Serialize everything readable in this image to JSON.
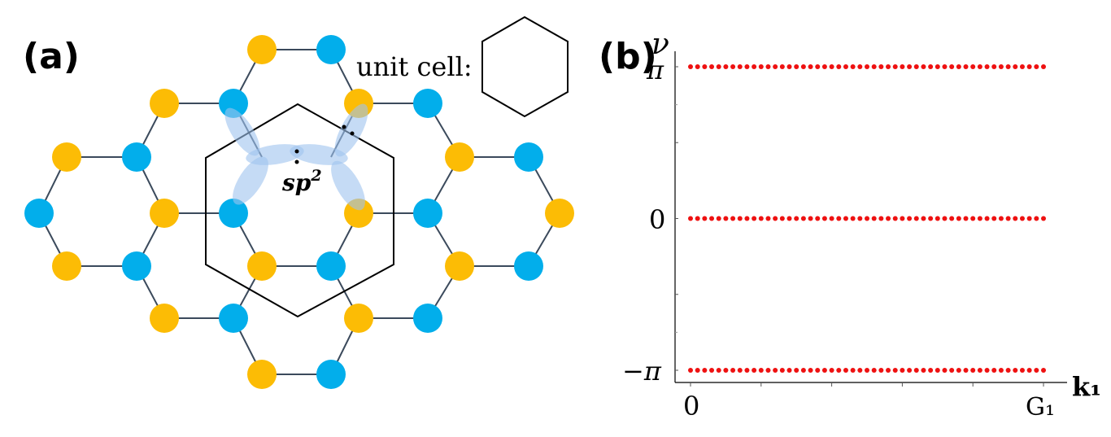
{
  "panel_a": {
    "label": "(a)",
    "unit_cell_label": "unit cell:",
    "orbital_label_base": "sp",
    "orbital_label_exp": "2",
    "colors": {
      "site_a": "#fcbc05",
      "site_b": "#02aeeb",
      "bond": "#3b4a5c",
      "orbital": "#9ec3ee"
    }
  },
  "panel_b": {
    "label": "(b)",
    "ylabel": "ν",
    "xlabel": "k₁",
    "ytick_labels": [
      "π",
      "0",
      "−π"
    ],
    "xtick_labels": [
      "0",
      "G₁"
    ],
    "color": "#ee1111"
  },
  "chart_data": {
    "type": "scatter",
    "xlabel": "k₁",
    "ylabel": "ν",
    "xlim": [
      0,
      1
    ],
    "ylim": [
      -3.1416,
      3.1416
    ],
    "xticks": [
      "0",
      "G₁"
    ],
    "yticks": [
      "−π",
      "0",
      "π"
    ],
    "grid": false,
    "series": [
      {
        "y": 3.1416,
        "x_start": 0,
        "x_end": 1,
        "points": 51
      },
      {
        "y": 0,
        "x_start": 0,
        "x_end": 1,
        "points": 51
      },
      {
        "y": -3.1416,
        "x_start": 0,
        "x_end": 1,
        "points": 51
      }
    ]
  }
}
